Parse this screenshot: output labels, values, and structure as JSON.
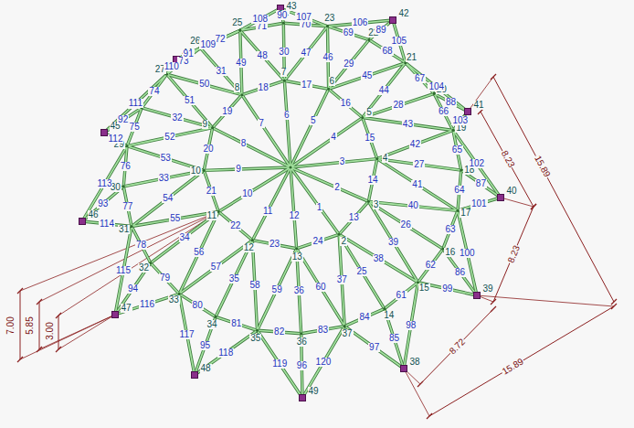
{
  "diagram": {
    "labels": [
      "2",
      "3",
      "4",
      "5",
      "6",
      "7",
      "8",
      "9",
      "10",
      "11",
      "12",
      "13",
      "14",
      "15",
      "16",
      "17",
      "18",
      "19",
      "20",
      "21",
      "22",
      "23",
      "24",
      "25",
      "26",
      "27",
      "28",
      "29",
      "30",
      "31",
      "32",
      "33",
      "34",
      "35",
      "36",
      "37",
      "38",
      "39",
      "40",
      "41",
      "42",
      "43",
      "44",
      "45",
      "46",
      "47",
      "48",
      "49",
      "1",
      "2",
      "3",
      "4",
      "5",
      "6",
      "7",
      "8",
      "9",
      "10",
      "11",
      "12",
      "13",
      "14",
      "15",
      "16",
      "17",
      "18",
      "19",
      "20",
      "21",
      "22",
      "23",
      "24",
      "25",
      "26",
      "27",
      "28",
      "29",
      "30",
      "31",
      "32",
      "33",
      "34",
      "35",
      "36",
      "37",
      "38",
      "39",
      "40",
      "41",
      "42",
      "43",
      "44",
      "45",
      "46",
      "47",
      "48",
      "49",
      "50",
      "51",
      "52",
      "53",
      "54",
      "55",
      "56",
      "57",
      "58",
      "59",
      "60",
      "61",
      "62",
      "63",
      "64",
      "65",
      "66",
      "67",
      "68",
      "69",
      "70",
      "71",
      "72",
      "73",
      "74",
      "75",
      "76",
      "77",
      "78",
      "79",
      "80",
      "81",
      "82",
      "83",
      "84",
      "85",
      "86",
      "87",
      "88",
      "89",
      "90",
      "91",
      "92",
      "93",
      "94",
      "95",
      "96",
      "97",
      "98",
      "99",
      "100",
      "101",
      "102",
      "103",
      "104",
      "105",
      "106",
      "107",
      "108",
      "109",
      "110",
      "111",
      "112",
      "113",
      "114",
      "115",
      "116",
      "117",
      "118",
      "119",
      "120",
      "15.89",
      "8.23",
      "8.23",
      "8.72",
      "15.89",
      "7.00",
      "5.85",
      "3.00"
    ]
  }
}
